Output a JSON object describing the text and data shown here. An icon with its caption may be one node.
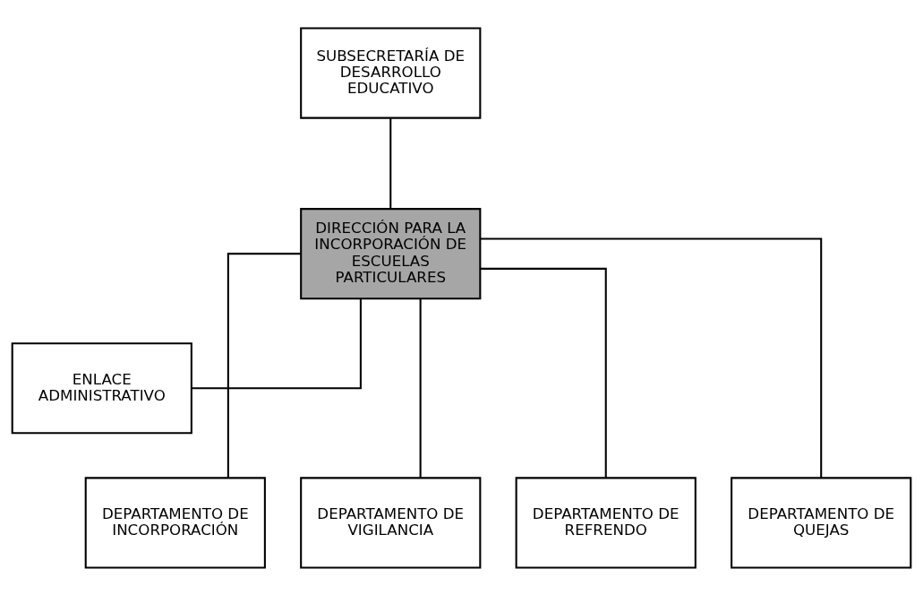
{
  "diagram": {
    "nodes": [
      {
        "text": [
          "SUBSECRETARÍA DE DESARROLLO EDUCATIVO"
        ]
      },
      {
        "text": [
          "DIRECCIÓN PARA LA INCORPORACIÓN DE ESCUELAS PARTICULARES"
        ]
      },
      {
        "text": [
          "ENLACE ADMINISTRATIVO"
        ]
      },
      {
        "text": [
          "DEPARTAMENTO DE INCORPORACIÓN"
        ]
      },
      {
        "text": [
          "DEPARTAMENTO DE VIGILANCIA"
        ]
      },
      {
        "text": [
          "DEPARTAMENTO DE REFRENDO"
        ]
      },
      {
        "text": [
          "DEPARTAMENTO DE QUEJAS"
        ]
      }
    ],
    "edges": [
      {
        "from": 0,
        "to": 1,
        "arrow": "none"
      },
      {
        "from": 1,
        "to": 2,
        "arrow": "none"
      },
      {
        "from": 1,
        "to": 3,
        "arrow": "none"
      },
      {
        "from": 1,
        "to": 4,
        "arrow": "none"
      },
      {
        "from": 1,
        "to": 5,
        "arrow": "none"
      },
      {
        "from": 1,
        "to": 6,
        "arrow": "none"
      }
    ]
  }
}
